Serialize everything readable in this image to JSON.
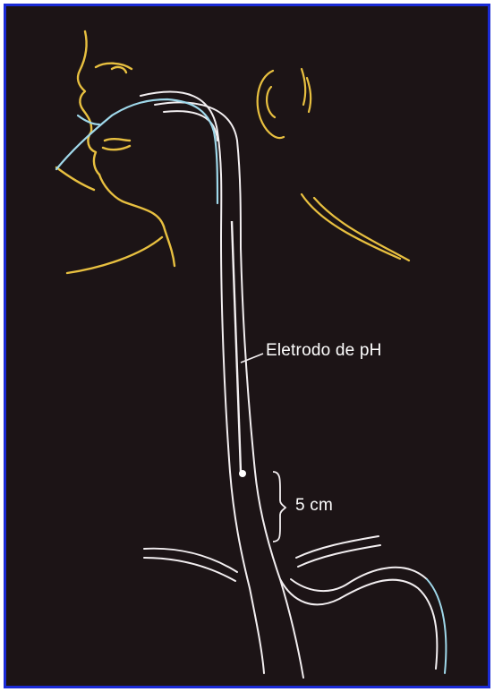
{
  "labels": {
    "electrode": "Eletrodo de pH",
    "distance": "5 cm"
  },
  "colors": {
    "border": "#1a2bd6",
    "background": "#1c1416",
    "face_outline": "#e8c040",
    "tube_outline": "#f2eef0",
    "catheter": "#9fd8ea"
  },
  "icons": [
    "head-outline",
    "ear-icon",
    "esophagus-tube",
    "ph-probe",
    "diaphragm",
    "stomach"
  ]
}
